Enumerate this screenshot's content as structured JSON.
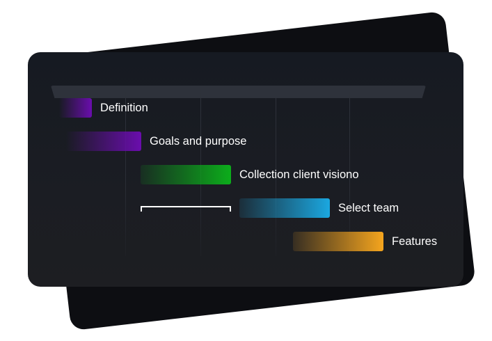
{
  "tasks": [
    {
      "label": "Definition",
      "color": "#6a0dad"
    },
    {
      "label": "Goals and purpose",
      "color": "#6a0dad"
    },
    {
      "label": "Collection client visiono",
      "color": "#0cad1b"
    },
    {
      "label": "Select team",
      "color": "#1ba7e0"
    },
    {
      "label": "Features",
      "color": "#f5a51e"
    }
  ],
  "colors": {
    "back_card": "#0d0e12",
    "front_card": "#1b1d23",
    "header_bar": "#2e323b",
    "text": "#ffffff"
  }
}
